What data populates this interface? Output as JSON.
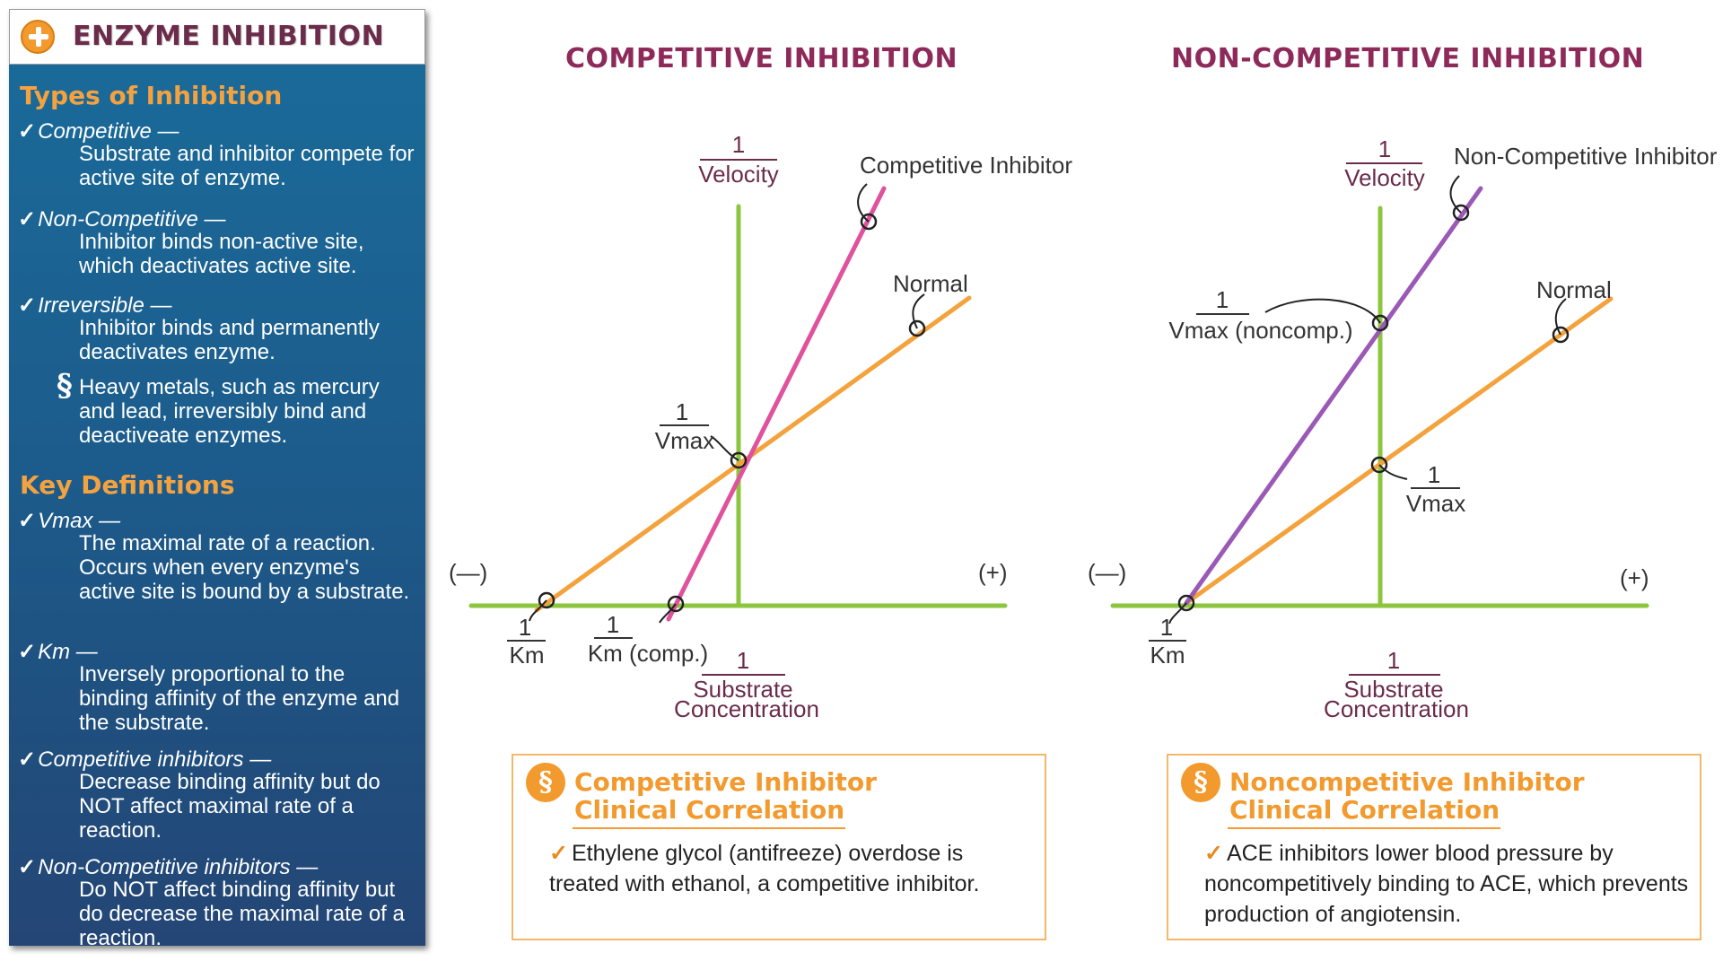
{
  "sidebar": {
    "title": "ENZYME INHIBITION",
    "types_heading": "Types of Inhibition",
    "types": [
      {
        "term": "Competitive —",
        "desc": "Substrate and inhibitor compete for active site of enzyme."
      },
      {
        "term": "Non-Competitive —",
        "desc": "Inhibitor binds non-active site, which deactivates active site."
      },
      {
        "term": "Irreversible —",
        "desc": "Inhibitor binds and permanently deactivates enzyme."
      }
    ],
    "note": "Heavy metals, such as mercury and lead, irreversibly bind and deactiveate enzymes.",
    "defs_heading": "Key Definitions",
    "defs": [
      {
        "term": "Vmax —",
        "desc": "The maximal rate of a reaction. Occurs when every enzyme's active site is bound by a substrate."
      },
      {
        "term": "Km —",
        "desc": "Inversely proportional to the binding affinity of the enzyme and the substrate."
      },
      {
        "term": "Competitive inhibitors —",
        "desc": "Decrease binding affinity but do NOT affect maximal rate of a reaction."
      },
      {
        "term": "Non-Competitive inhibitors —",
        "desc": "Do NOT affect binding affinity but do decrease the maximal rate of a reaction."
      }
    ]
  },
  "competitive": {
    "title": "COMPETITIVE INHIBITION",
    "y_num": "1",
    "y_den": "Velocity",
    "x_num": "1",
    "x_den1": "Substrate",
    "x_den2": "Concentration",
    "neg": "(—)",
    "pos": "(+)",
    "inhibitor_label": "Competitive Inhibitor",
    "normal_label": "Normal",
    "vmax_num": "1",
    "vmax_den": "Vmax",
    "km_num": "1",
    "km_den": "Km",
    "kmcomp_num": "1",
    "kmcomp_den": "Km (comp.)"
  },
  "noncompetitive": {
    "title": "NON-COMPETITIVE INHIBITION",
    "y_num": "1",
    "y_den": "Velocity",
    "x_num": "1",
    "x_den1": "Substrate",
    "x_den2": "Concentration",
    "neg": "(—)",
    "pos": "(+)",
    "inhibitor_label": "Non-Competitive Inhibitor",
    "normal_label": "Normal",
    "vmaxnc_num": "1",
    "vmaxnc_den": "Vmax (noncomp.)",
    "vmax_num": "1",
    "vmax_den": "Vmax",
    "km_num": "1",
    "km_den": "Km"
  },
  "clinical": [
    {
      "title1": "Competitive Inhibitor",
      "title2": "Clinical Correlation",
      "text": "Ethylene glycol (antifreeze) overdose is treated with ethanol, a competitive inhibitor."
    },
    {
      "title1": "Noncompetitive Inhibitor",
      "title2": "Clinical Correlation",
      "text": "ACE inhibitors lower blood pressure by noncompetitively binding to ACE, which prevents production of angiotensin."
    }
  ],
  "glyphs": {
    "check": "✓",
    "note_icon": "§"
  },
  "colors": {
    "axis": "#8cc63f",
    "normal": "#f4a23c",
    "competitive": "#e0529c",
    "noncompetitive": "#9b59b6",
    "title": "#8e2a5a",
    "accent": "#f29a2e"
  }
}
